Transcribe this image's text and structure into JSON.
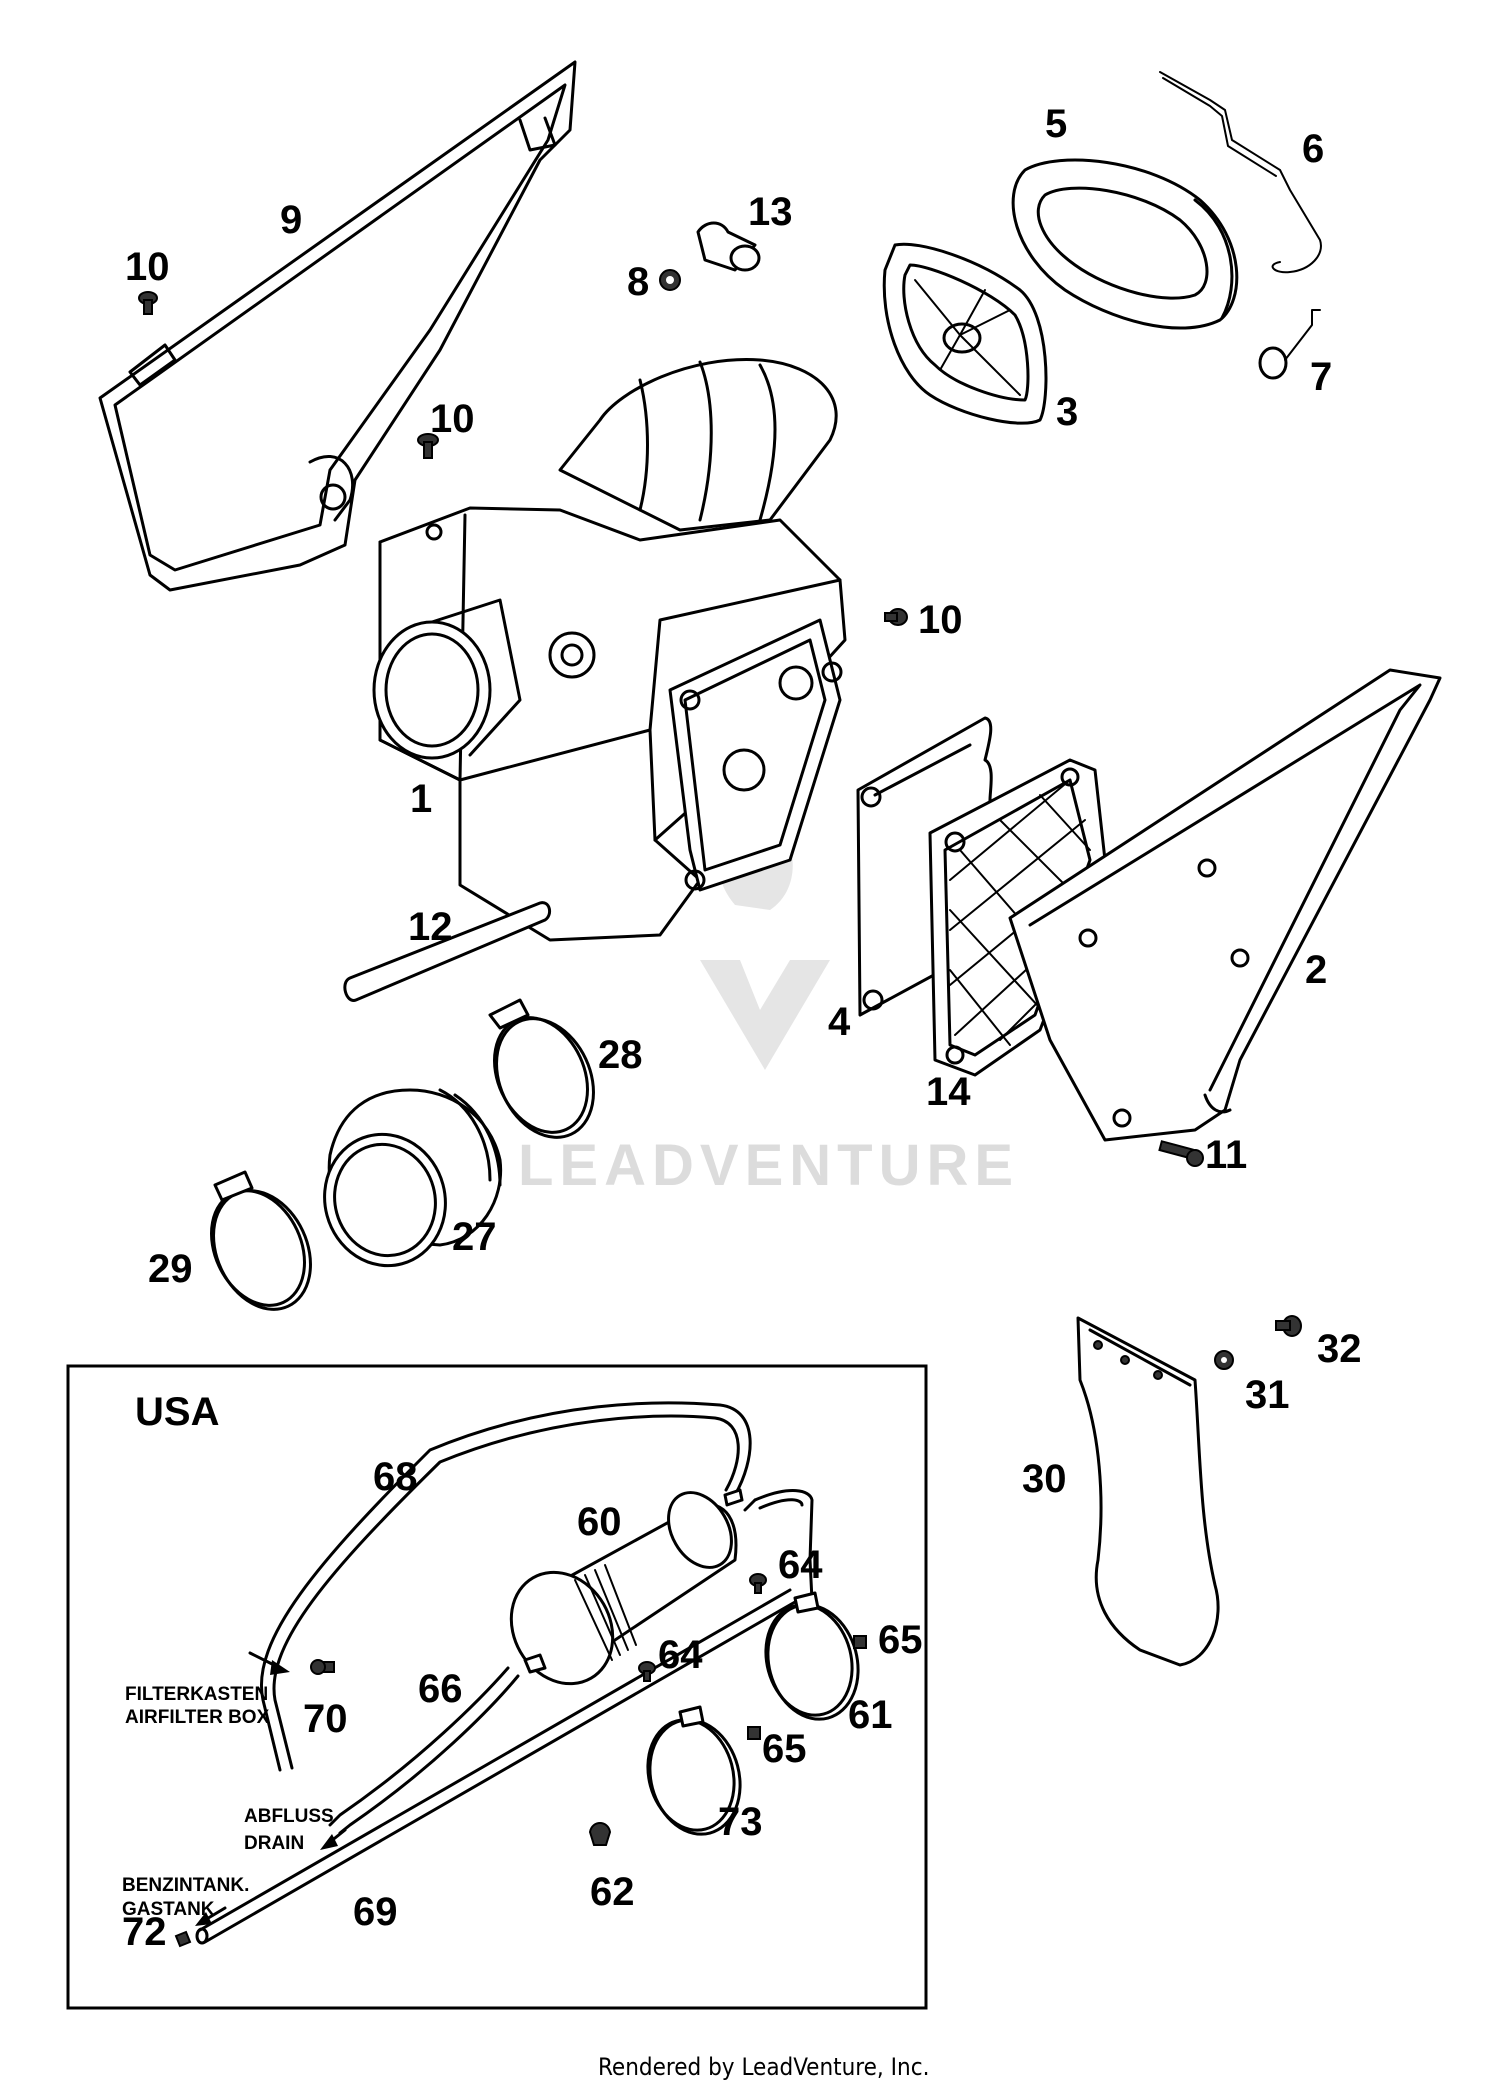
{
  "diagram": {
    "inset_title": "USA",
    "footer": "Rendered by LeadVenture, Inc.",
    "watermark": "LEADVENTURE",
    "callouts": [
      {
        "id": "c1",
        "label": "1"
      },
      {
        "id": "c2",
        "label": "2"
      },
      {
        "id": "c3",
        "label": "3"
      },
      {
        "id": "c4",
        "label": "4"
      },
      {
        "id": "c5",
        "label": "5"
      },
      {
        "id": "c6",
        "label": "6"
      },
      {
        "id": "c7",
        "label": "7"
      },
      {
        "id": "c8",
        "label": "8"
      },
      {
        "id": "c9",
        "label": "9"
      },
      {
        "id": "c10a",
        "label": "10"
      },
      {
        "id": "c10b",
        "label": "10"
      },
      {
        "id": "c10c",
        "label": "10"
      },
      {
        "id": "c11",
        "label": "11"
      },
      {
        "id": "c12",
        "label": "12"
      },
      {
        "id": "c13",
        "label": "13"
      },
      {
        "id": "c14",
        "label": "14"
      },
      {
        "id": "c27",
        "label": "27"
      },
      {
        "id": "c28",
        "label": "28"
      },
      {
        "id": "c29",
        "label": "29"
      },
      {
        "id": "c30",
        "label": "30"
      },
      {
        "id": "c31",
        "label": "31"
      },
      {
        "id": "c32",
        "label": "32"
      },
      {
        "id": "c60",
        "label": "60"
      },
      {
        "id": "c61",
        "label": "61"
      },
      {
        "id": "c62",
        "label": "62"
      },
      {
        "id": "c64a",
        "label": "64"
      },
      {
        "id": "c64b",
        "label": "64"
      },
      {
        "id": "c65a",
        "label": "65"
      },
      {
        "id": "c65b",
        "label": "65"
      },
      {
        "id": "c66",
        "label": "66"
      },
      {
        "id": "c68",
        "label": "68"
      },
      {
        "id": "c69",
        "label": "69"
      },
      {
        "id": "c70",
        "label": "70"
      },
      {
        "id": "c72",
        "label": "72"
      },
      {
        "id": "c73",
        "label": "73"
      }
    ],
    "notes": {
      "filterkasten": "FILTERKASTEN",
      "airfilter_box": "AIRFILTER BOX",
      "abfluss": "ABFLUSS",
      "drain": "DRAIN",
      "benzintank": "BENZINTANK.",
      "gastank": "GASTANK"
    }
  }
}
